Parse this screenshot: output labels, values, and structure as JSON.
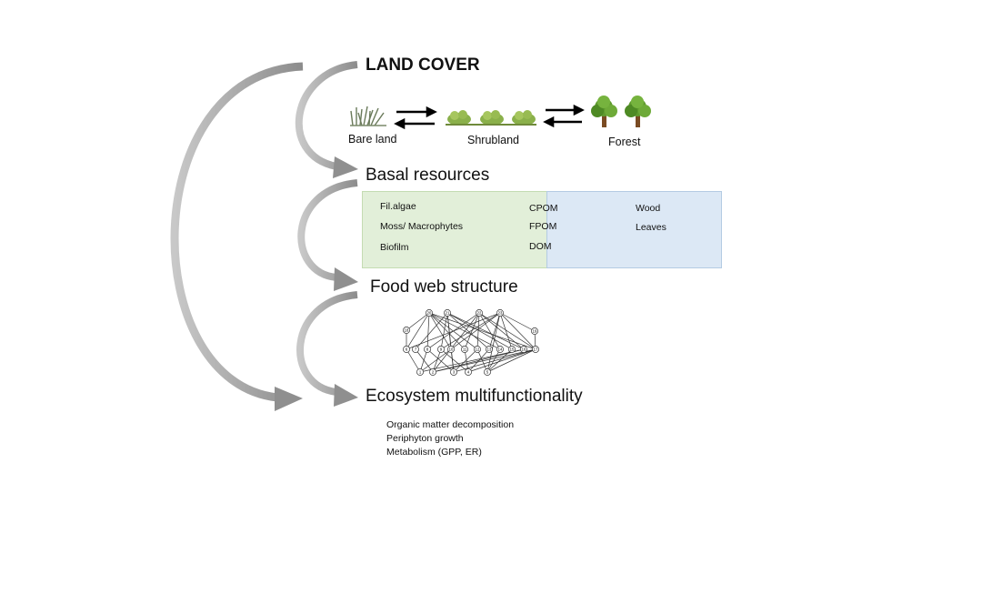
{
  "land_cover": {
    "title": "LAND COVER",
    "states": [
      {
        "label": "Bare land",
        "icon": "grass-icon"
      },
      {
        "label": "Shrubland",
        "icon": "shrub-icon"
      },
      {
        "label": "Forest",
        "icon": "tree-icon"
      }
    ]
  },
  "basal_resources": {
    "title": "Basal resources",
    "autochthonous": [
      "Fil.algae",
      "Moss/ Macrophytes",
      "Biofilm"
    ],
    "mixed": [
      "CPOM",
      "FPOM",
      "DOM"
    ],
    "allochthonous": [
      "Wood",
      "Leaves"
    ],
    "colors": {
      "autochthonous": "#e2efd9",
      "allochthonous": "#dce8f5"
    }
  },
  "food_web": {
    "title": "Food web structure",
    "top_nodes": [
      "20",
      "21",
      "22",
      "23"
    ],
    "right_nodes": [
      "18",
      "19"
    ],
    "middle_nodes": [
      "6",
      "7",
      "8",
      "9",
      "10",
      "11",
      "12",
      "13",
      "14",
      "15",
      "16",
      "17"
    ],
    "bottom_nodes": [
      "1",
      "2",
      "3",
      "4",
      "5"
    ]
  },
  "ecosystem": {
    "title": "Ecosystem multifunctionality",
    "functions": [
      "Organic matter decomposition",
      "Periphyton growth",
      "Metabolism (GPP, ER)"
    ]
  },
  "colors": {
    "arrow": "#9a9a9a",
    "text": "#111111"
  }
}
